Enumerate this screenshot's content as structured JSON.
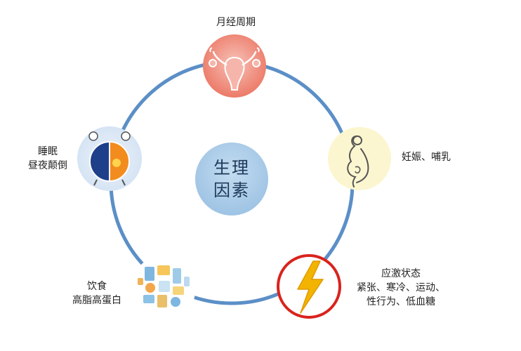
{
  "center": {
    "line1": "生理",
    "line2": "因素"
  },
  "nodes": {
    "menstrual": {
      "label": "月经周期",
      "icon": "uterus-icon"
    },
    "pregnancy": {
      "label": "妊娠、哺乳",
      "icon": "pregnant-woman-icon"
    },
    "stress": {
      "line1": "应激状态",
      "line2": "紧张、寒冷、运动、",
      "line3": "性行为、低血糖",
      "icon": "lightning-icon"
    },
    "diet": {
      "line1": "饮食",
      "line2": "高脂高蛋白",
      "icon": "food-collage-icon"
    },
    "sleep": {
      "line1": "睡眠",
      "line2": "昼夜颠倒",
      "icon": "day-night-alarm-clock-icon"
    }
  },
  "colors": {
    "ring": "#5b8fc7",
    "center_fill": "#a9cbe8",
    "center_text": "#1f3a5a",
    "menstrual_fill": "#f08a7a",
    "pregnancy_fill": "#fbf6cf",
    "stress_border": "#d9231d",
    "stress_bolt": "#f2b400",
    "sleep_fill": "#dce8f5"
  }
}
